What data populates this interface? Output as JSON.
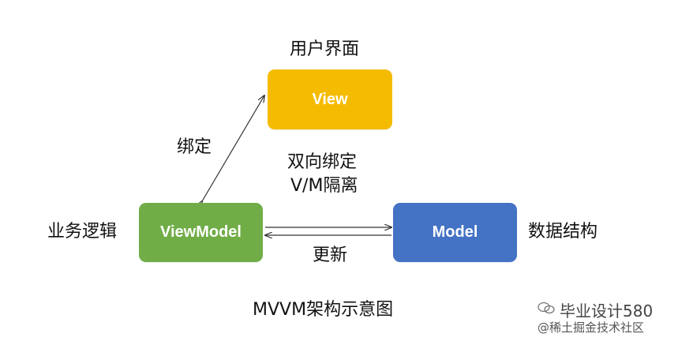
{
  "nodes": {
    "view": {
      "label": "View",
      "color": "#F5BB00"
    },
    "viewmodel": {
      "label": "ViewModel",
      "color": "#70AD47"
    },
    "model": {
      "label": "Model",
      "color": "#4472C4"
    }
  },
  "labels": {
    "view_caption": "用户界面",
    "viewmodel_caption": "业务逻辑",
    "model_caption": "数据结构",
    "bind": "绑定",
    "two_way_bind": "双向绑定",
    "vm_isolation": "V/M隔离",
    "update": "更新"
  },
  "caption": "MVVM架构示意图",
  "watermark": {
    "line1": "毕业设计580",
    "line2": "@稀土掘金技术社区"
  },
  "colors": {
    "arrow": "#333333",
    "text": "#111111"
  }
}
